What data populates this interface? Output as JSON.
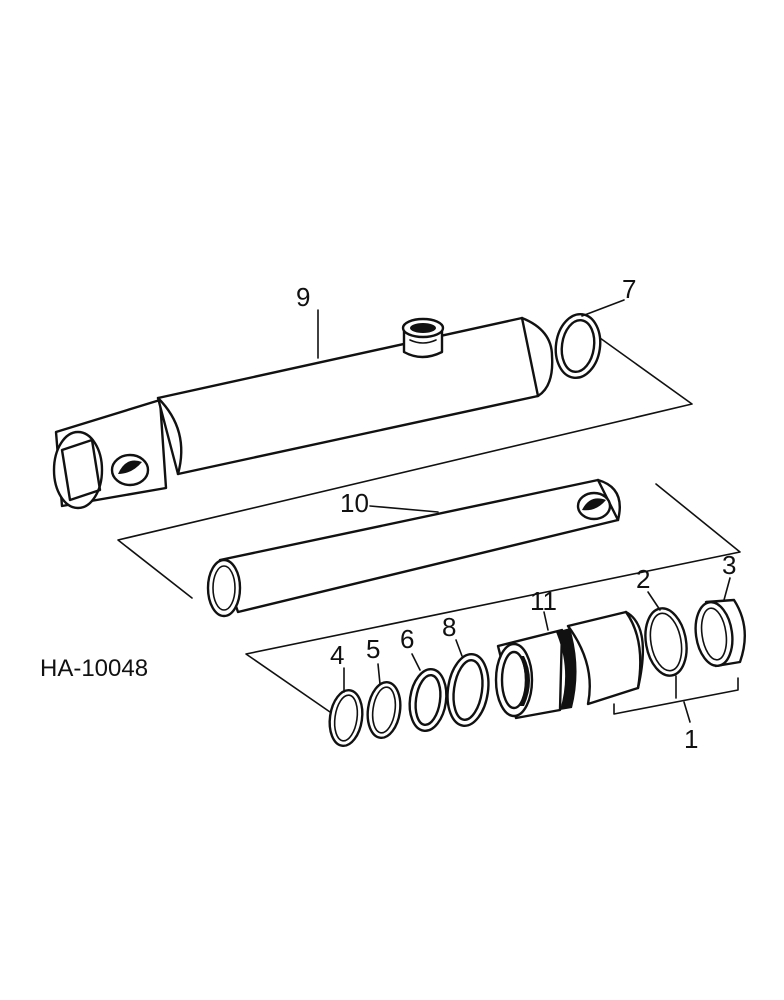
{
  "figure": {
    "reference": "HA-10048"
  },
  "callouts": [
    {
      "id": "1",
      "label": "1"
    },
    {
      "id": "2",
      "label": "2"
    },
    {
      "id": "3",
      "label": "3"
    },
    {
      "id": "4",
      "label": "4"
    },
    {
      "id": "5",
      "label": "5"
    },
    {
      "id": "6",
      "label": "6"
    },
    {
      "id": "7",
      "label": "7"
    },
    {
      "id": "8",
      "label": "8"
    },
    {
      "id": "9",
      "label": "9"
    },
    {
      "id": "10",
      "label": "10"
    },
    {
      "id": "11",
      "label": "11"
    }
  ],
  "colors": {
    "ink": "#111111",
    "paper": "#ffffff"
  }
}
